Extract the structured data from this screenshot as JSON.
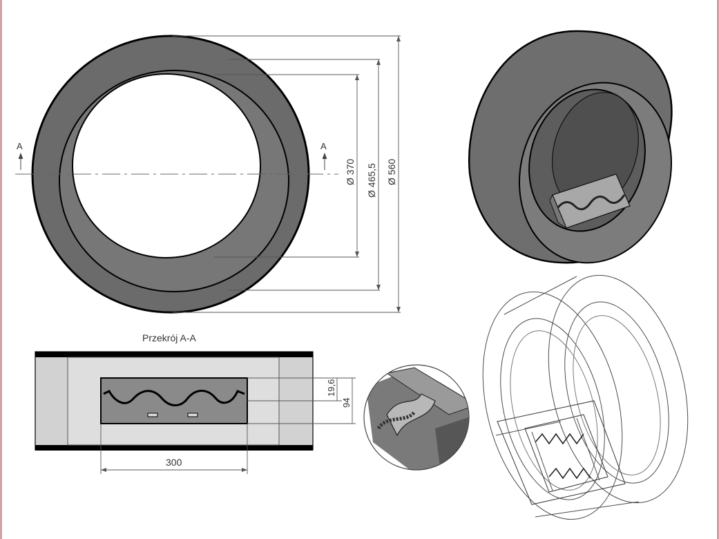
{
  "section_marker_left": "A",
  "section_marker_right": "A",
  "dimensions": {
    "inner_diameter": "Ø 370",
    "middle_diameter": "Ø 465,5",
    "outer_diameter": "Ø 560",
    "burner_width": "300",
    "burner_depth": "19,6",
    "burner_height": "94"
  },
  "section_title": "Przekrój A-A",
  "colors": {
    "body_dark": "#6b6b6b",
    "body_mid": "#7a7a7a",
    "section_light": "#d2d2d2",
    "burner_fill": "#8a8a8a",
    "edge_line": "#ad4a52"
  }
}
